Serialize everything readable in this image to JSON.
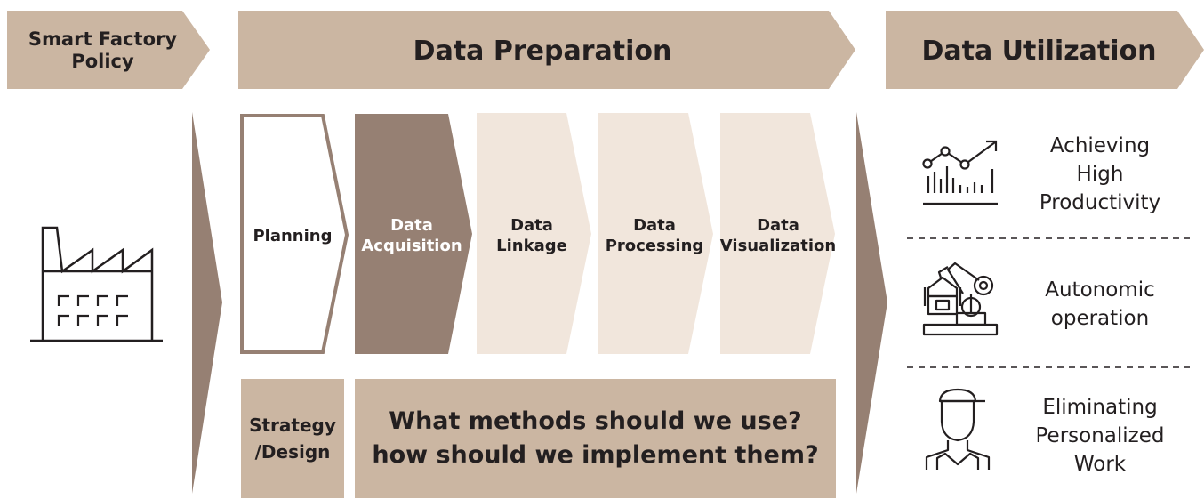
{
  "colors": {
    "tan": "#cbb6a2",
    "brown": "#968073",
    "light": "#f1e6dc",
    "text": "#231f20",
    "white": "#ffffff"
  },
  "header": {
    "policy": "Smart Factory\nPolicy",
    "preparation": "Data Preparation",
    "utilization": "Data Utilization"
  },
  "steps": [
    {
      "label": "Planning"
    },
    {
      "label": "Data\nAcquisition"
    },
    {
      "label": "Data\nLinkage"
    },
    {
      "label": "Data\nProcessing"
    },
    {
      "label": "Data\nVisualization"
    }
  ],
  "bottom": {
    "strategy": "Strategy\n/Design",
    "question": "What methods should we use?\nhow should we implement them?"
  },
  "outcomes": [
    {
      "icon": "chart-icon",
      "label": "Achieving\nHigh\nProductivity"
    },
    {
      "icon": "robot-arm-icon",
      "label": "Autonomic\noperation"
    },
    {
      "icon": "worker-icon",
      "label": "Eliminating\nPersonalized\nWork"
    }
  ],
  "factory_icon": "factory-icon"
}
